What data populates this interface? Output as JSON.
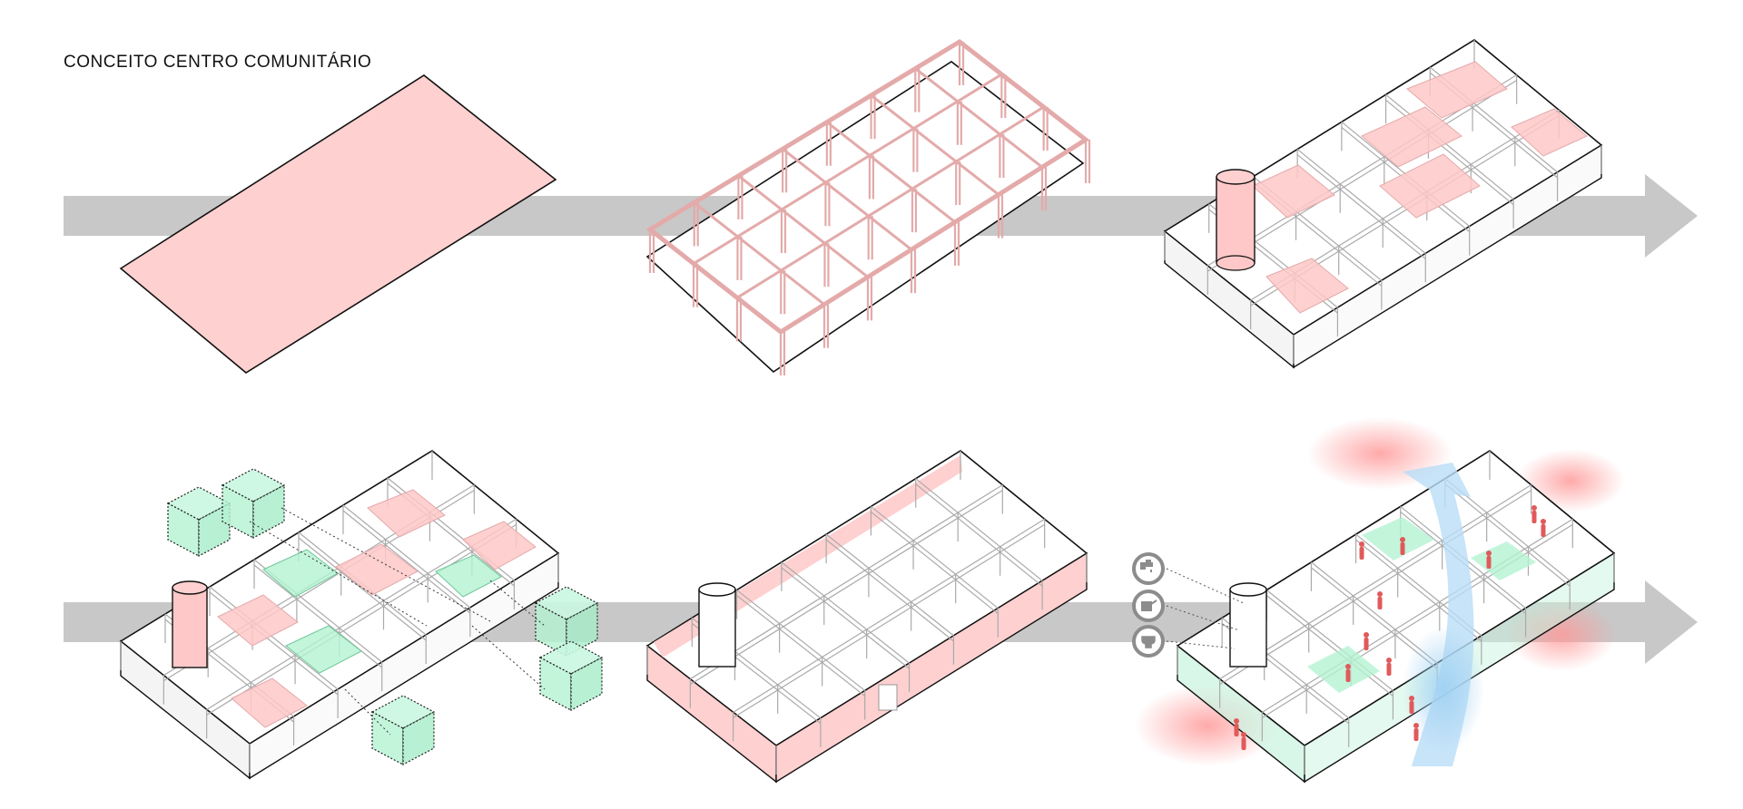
{
  "title": "CONCEITO CENTRO COMUNITÁRIO",
  "colors": {
    "flow_arrow": "#c8c8c8",
    "program_area": "#ffd0d0",
    "program_line": "#e4aaaa",
    "green_module": "#b4f2d2",
    "outline": "#111111",
    "grid_line": "#999999",
    "wind": "#b9ddf6",
    "heat": "#ffb4b4",
    "person": "#e05a5a",
    "icon_gray": "#8c8c8c"
  },
  "rows": [
    {
      "row": 1,
      "stages": [
        {
          "step": 1,
          "content": "site-plane"
        },
        {
          "step": 2,
          "content": "structural-grid"
        },
        {
          "step": 3,
          "content": "program-volumes-and-tower"
        }
      ]
    },
    {
      "row": 2,
      "stages": [
        {
          "step": 4,
          "content": "green-modules"
        },
        {
          "step": 5,
          "content": "enclosure"
        },
        {
          "step": 6,
          "content": "environmental-strategies"
        }
      ]
    }
  ],
  "icons": [
    "faucet-icon",
    "watering-can-icon",
    "toilet-icon"
  ]
}
